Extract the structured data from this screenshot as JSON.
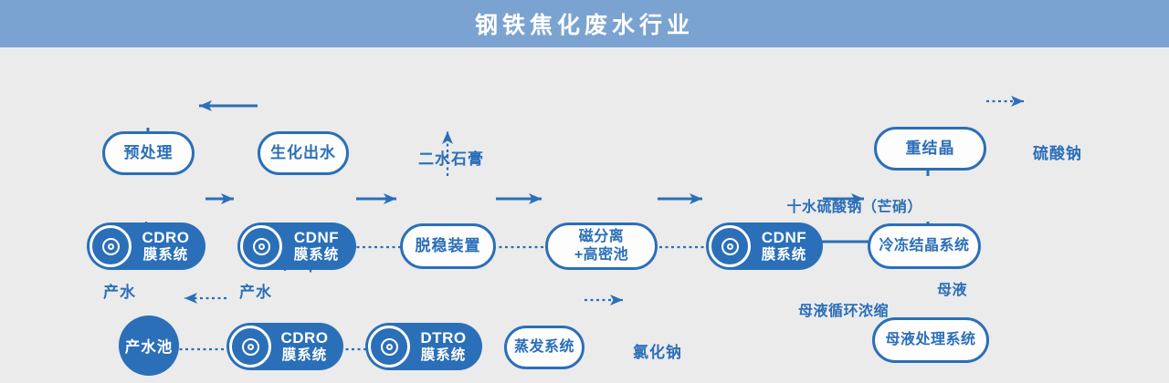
{
  "banner": {
    "title": "钢铁焦化废水行业"
  },
  "colors": {
    "accent": "#2b6fb8",
    "banner_bg": "#7ba3d1",
    "canvas_bg": "#ebebeb",
    "node_text_on_blue": "#ffffff"
  },
  "nodes": {
    "preprocessing": {
      "label": "预处理"
    },
    "bio_effluent": {
      "label": "生化出水"
    },
    "cdro1": {
      "line1": "CDRO",
      "line2": "膜系统"
    },
    "cdnf1": {
      "line1": "CDNF",
      "line2": "膜系统"
    },
    "destabilization": {
      "label": "脱稳装置"
    },
    "magnetic_separation": {
      "line1": "磁分离",
      "line2": "+高密池"
    },
    "cdnf2": {
      "line1": "CDNF",
      "line2": "膜系统"
    },
    "freeze_crystallization": {
      "label": "冷冻结晶系统"
    },
    "recrystallization": {
      "label": "重结晶"
    },
    "mother_liquor_treatment": {
      "label": "母液处理系统"
    },
    "product_water_pool": {
      "label": "产水池"
    },
    "cdro2": {
      "line1": "CDRO",
      "line2": "膜系统"
    },
    "dtro": {
      "line1": "DTRO",
      "line2": "膜系统"
    },
    "evaporation": {
      "label": "蒸发系统"
    }
  },
  "labels": {
    "dihydrate_gypsum": "二水石膏",
    "sodium_sulfate": "硫酸钠",
    "glauber_salt": "十水硫酸钠（芒硝）",
    "mother_liquor": "母液",
    "mother_liquor_recycle": "母液循环浓缩",
    "product_water_left": "产水",
    "product_water_mid": "产水",
    "sodium_chloride": "氯化钠"
  }
}
